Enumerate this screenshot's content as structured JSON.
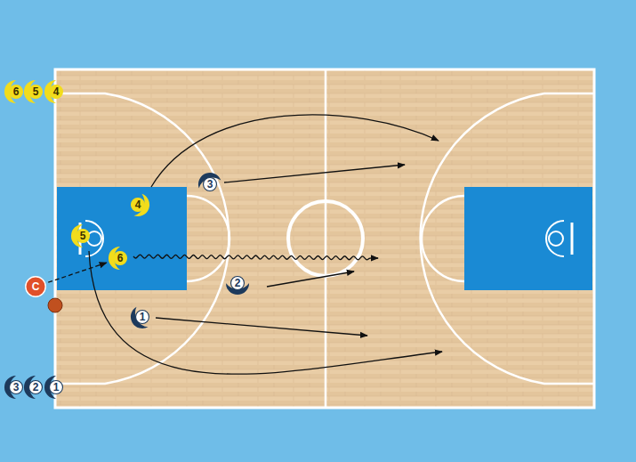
{
  "diagram": {
    "nodes": [
      {
        "text": [
          "6"
        ]
      },
      {
        "text": [
          "5"
        ]
      },
      {
        "text": [
          "4"
        ]
      },
      {
        "text": [
          "4"
        ]
      },
      {
        "text": [
          "3"
        ]
      },
      {
        "text": [
          "5"
        ]
      },
      {
        "text": [
          "6"
        ]
      },
      {
        "text": [
          "2"
        ]
      },
      {
        "text": [
          "C"
        ]
      },
      {
        "text": [
          "1"
        ]
      },
      {
        "text": [
          "3"
        ]
      },
      {
        "text": [
          "2"
        ]
      },
      {
        "text": [
          "1"
        ]
      }
    ],
    "edges": [
      {
        "from": 8,
        "to": 6,
        "arrow": "to"
      }
    ]
  }
}
